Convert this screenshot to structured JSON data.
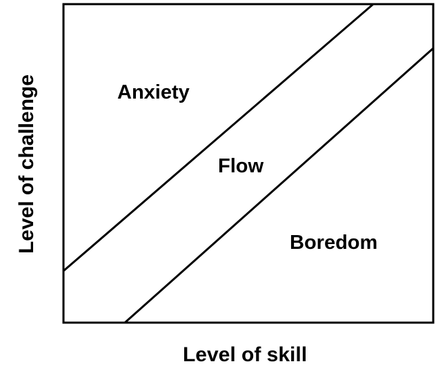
{
  "diagram": {
    "regions": {
      "anxiety": "Anxiety",
      "flow": "Flow",
      "boredom": "Boredom"
    },
    "axes": {
      "x_label": "Level of skill",
      "y_label": "Level of challenge"
    },
    "colors": {
      "line": "#000000",
      "background": "#ffffff"
    }
  }
}
